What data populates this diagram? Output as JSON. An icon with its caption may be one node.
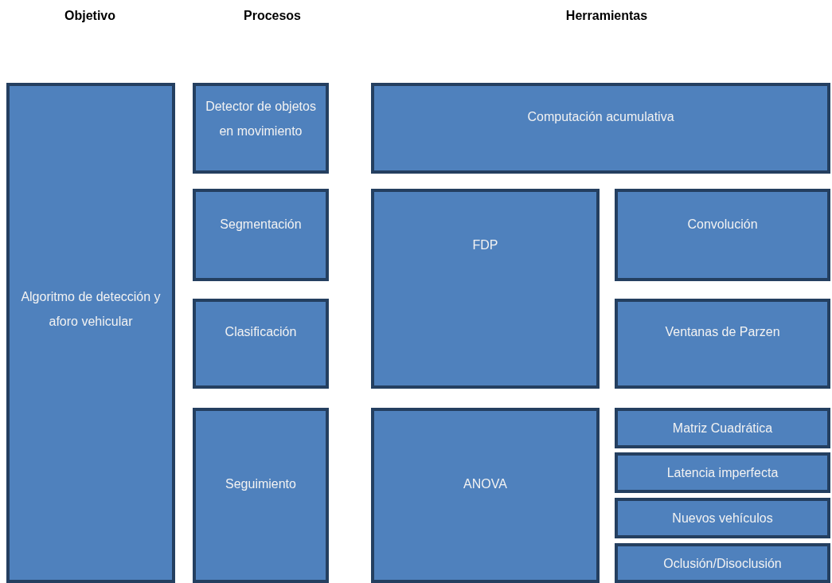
{
  "diagram": {
    "nodes": [
      {
        "text": [
          "Algoritmo de detección y aforo vehicular"
        ]
      },
      {
        "text": [
          "Detector de objetos en movimiento"
        ]
      },
      {
        "text": [
          "Computación acumulativa"
        ]
      },
      {
        "text": [
          "Segmentación"
        ]
      },
      {
        "text": [
          "FDP"
        ]
      },
      {
        "text": [
          "Convolución"
        ]
      },
      {
        "text": [
          "Clasificación"
        ]
      },
      {
        "text": [
          "Ventanas de Parzen"
        ]
      },
      {
        "text": [
          "Seguimiento"
        ]
      },
      {
        "text": [
          "ANOVA"
        ]
      },
      {
        "text": [
          "Matriz Cuadrática"
        ]
      },
      {
        "text": [
          "Latencia imperfecta"
        ]
      },
      {
        "text": [
          "Nuevos vehículos"
        ]
      },
      {
        "text": [
          "Oclusión/Disoclusión"
        ]
      }
    ],
    "labels": [
      "Objetivo",
      "Procesos",
      "Herramientas"
    ]
  }
}
